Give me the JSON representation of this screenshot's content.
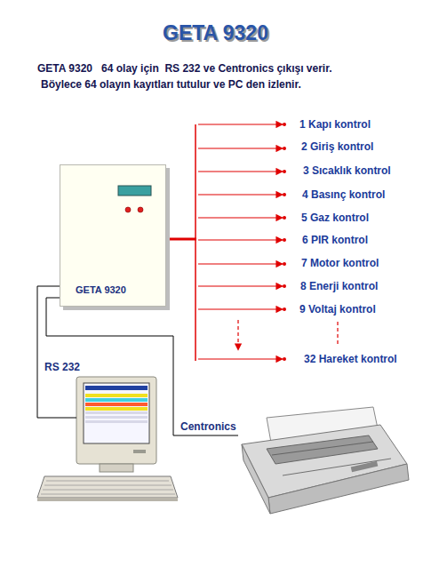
{
  "diagram": {
    "title": "GETA 9320",
    "nodes": [
      {
        "text": [
          "GETA 9320"
        ]
      },
      {
        "text": [
          "RS 232"
        ]
      },
      {
        "text": [
          "Centronics"
        ]
      }
    ],
    "edges": [
      {
        "from": 0,
        "to": 1,
        "arrow": "none"
      },
      {
        "from": 0,
        "to": 2,
        "arrow": "none"
      }
    ],
    "labels": [
      "GETA 9320   64 olay için  RS 232 ve Centronics çıkışı verir.",
      "Böylece 64 olayın kayıtları tutulur ve PC den izlenir.",
      "1 Kapı kontrol",
      "2 Giriş kontrol",
      "3 Sıcaklık kontrol",
      "4 Basınç kontrol",
      "5 Gaz kontrol",
      "6 PIR kontrol",
      "7 Motor kontrol",
      "8 Enerji kontrol",
      "9 Voltaj kontrol",
      "32 Hareket kontrol"
    ]
  }
}
